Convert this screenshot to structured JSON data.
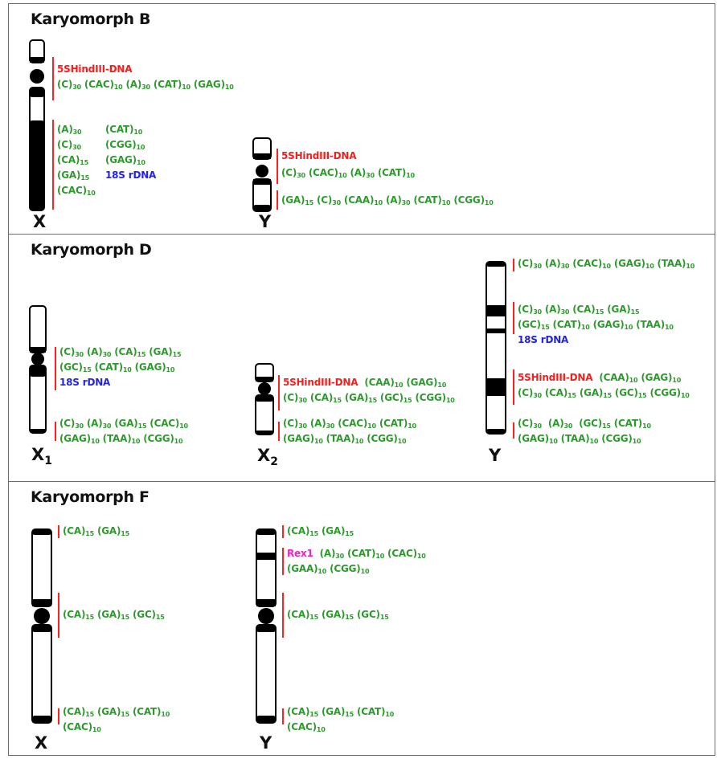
{
  "panels": [
    {
      "title": "Karyomorph B",
      "chromosomes": [
        {
          "label": "X",
          "label_sub": "",
          "annotations": [
            {
              "segments": [
                {
                  "t": "5SHindIII-DNA",
                  "c": "red"
                }
              ],
              "line2": [
                {
                  "t": "(C)30 (CAC)10 (A)30 (CAT)10 (GAG)10",
                  "c": "green"
                }
              ]
            },
            {
              "list": [
                "(A)30",
                "(C)30",
                "(CA)15",
                "(GA)15",
                "(CAC)10"
              ],
              "list2": [
                "(CAT)10",
                "(CGG)10",
                "(GAG)10"
              ],
              "extra": "18S rDNA"
            }
          ]
        },
        {
          "label": "Y",
          "label_sub": "",
          "annotations": [
            {
              "segments": [
                {
                  "t": "5SHindIII-DNA",
                  "c": "red"
                }
              ],
              "line2": [
                {
                  "t": "(C)30 (CAC)10 (A)30 (CAT)10",
                  "c": "green"
                }
              ]
            },
            {
              "segments": [
                {
                  "t": "(GA)15 (C)30 (CAA)10 (A)30 (CAT)10 (CGG)10",
                  "c": "green"
                }
              ]
            }
          ]
        }
      ]
    },
    {
      "title": "Karyomorph D",
      "chromosomes": [
        {
          "label": "X",
          "label_sub": "1",
          "annotations": [
            {
              "lines": [
                "(C)30 (A)30 (CA)15 (GA)15",
                "(GC)15 (CAT)10 (GAG)10"
              ],
              "extra": "18S rDNA"
            },
            {
              "lines": [
                "(C)30 (A)30 (GA)15 (CAC)10",
                "(GAG)10 (TAA)10 (CGG)10"
              ]
            }
          ]
        },
        {
          "label": "X",
          "label_sub": "2",
          "annotations": [
            {
              "lead": "5SHindIII-DNA",
              "lines": [
                "(CAA)10 (GAG)10",
                "(C)30 (CA)15 (GA)15 (GC)15 (CGG)10"
              ]
            },
            {
              "lines": [
                "(C)30 (A)30 (CAC)10 (CAT)10",
                "(GAG)10 (TAA)10 (CGG)10"
              ]
            }
          ]
        },
        {
          "label": "Y",
          "label_sub": "",
          "annotations": [
            {
              "lines": [
                "(C)30 (A)30 (CAC)10 (GAG)10 (TAA)10"
              ]
            },
            {
              "lines": [
                "(C)30 (A)30 (CA)15 (GA)15",
                "(GC)15 (CAT)10 (GAG)10 (TAA)10"
              ],
              "extra": "18S rDNA"
            },
            {
              "lead": "5SHindIII-DNA",
              "lines": [
                "(CAA)10 (GAG)10",
                "(C)30 (CA)15 (GA)15 (GC)15 (CGG)10"
              ]
            },
            {
              "lines": [
                "(C)30 (A)30 (GC)15 (CAT)10",
                "(GAG)10 (TAA)10 (CGG)10"
              ]
            }
          ]
        }
      ]
    },
    {
      "title": "Karyomorph F",
      "chromosomes": [
        {
          "label": "X",
          "label_sub": "",
          "annotations": [
            {
              "lines": [
                "(CA)15 (GA)15"
              ]
            },
            {
              "lines": [
                "(CA)15 (GA)15 (GC)15"
              ]
            },
            {
              "lines": [
                "(CA)15 (GA)15 (CAT)10",
                "(CAC)10"
              ]
            }
          ]
        },
        {
          "label": "Y",
          "label_sub": "",
          "annotations": [
            {
              "lines": [
                "(CA)15 (GA)15"
              ]
            },
            {
              "lead": "Rex1",
              "lines": [
                "(A)30 (CAT)10 (CAC)10",
                "(GAA)10 (CGG)10"
              ]
            },
            {
              "lines": [
                "(CA)15 (GA)15 (GC)15"
              ]
            },
            {
              "lines": [
                "(CA)15 (GA)15 (CAT)10",
                "(CAC)10"
              ]
            }
          ]
        }
      ]
    }
  ],
  "colors": {
    "red_probe": "#ff1a1a",
    "green_probe": "#2e9a2e",
    "rdna": "#2222ee",
    "rex1": "#ee22c8",
    "bar": "#ff2020"
  }
}
